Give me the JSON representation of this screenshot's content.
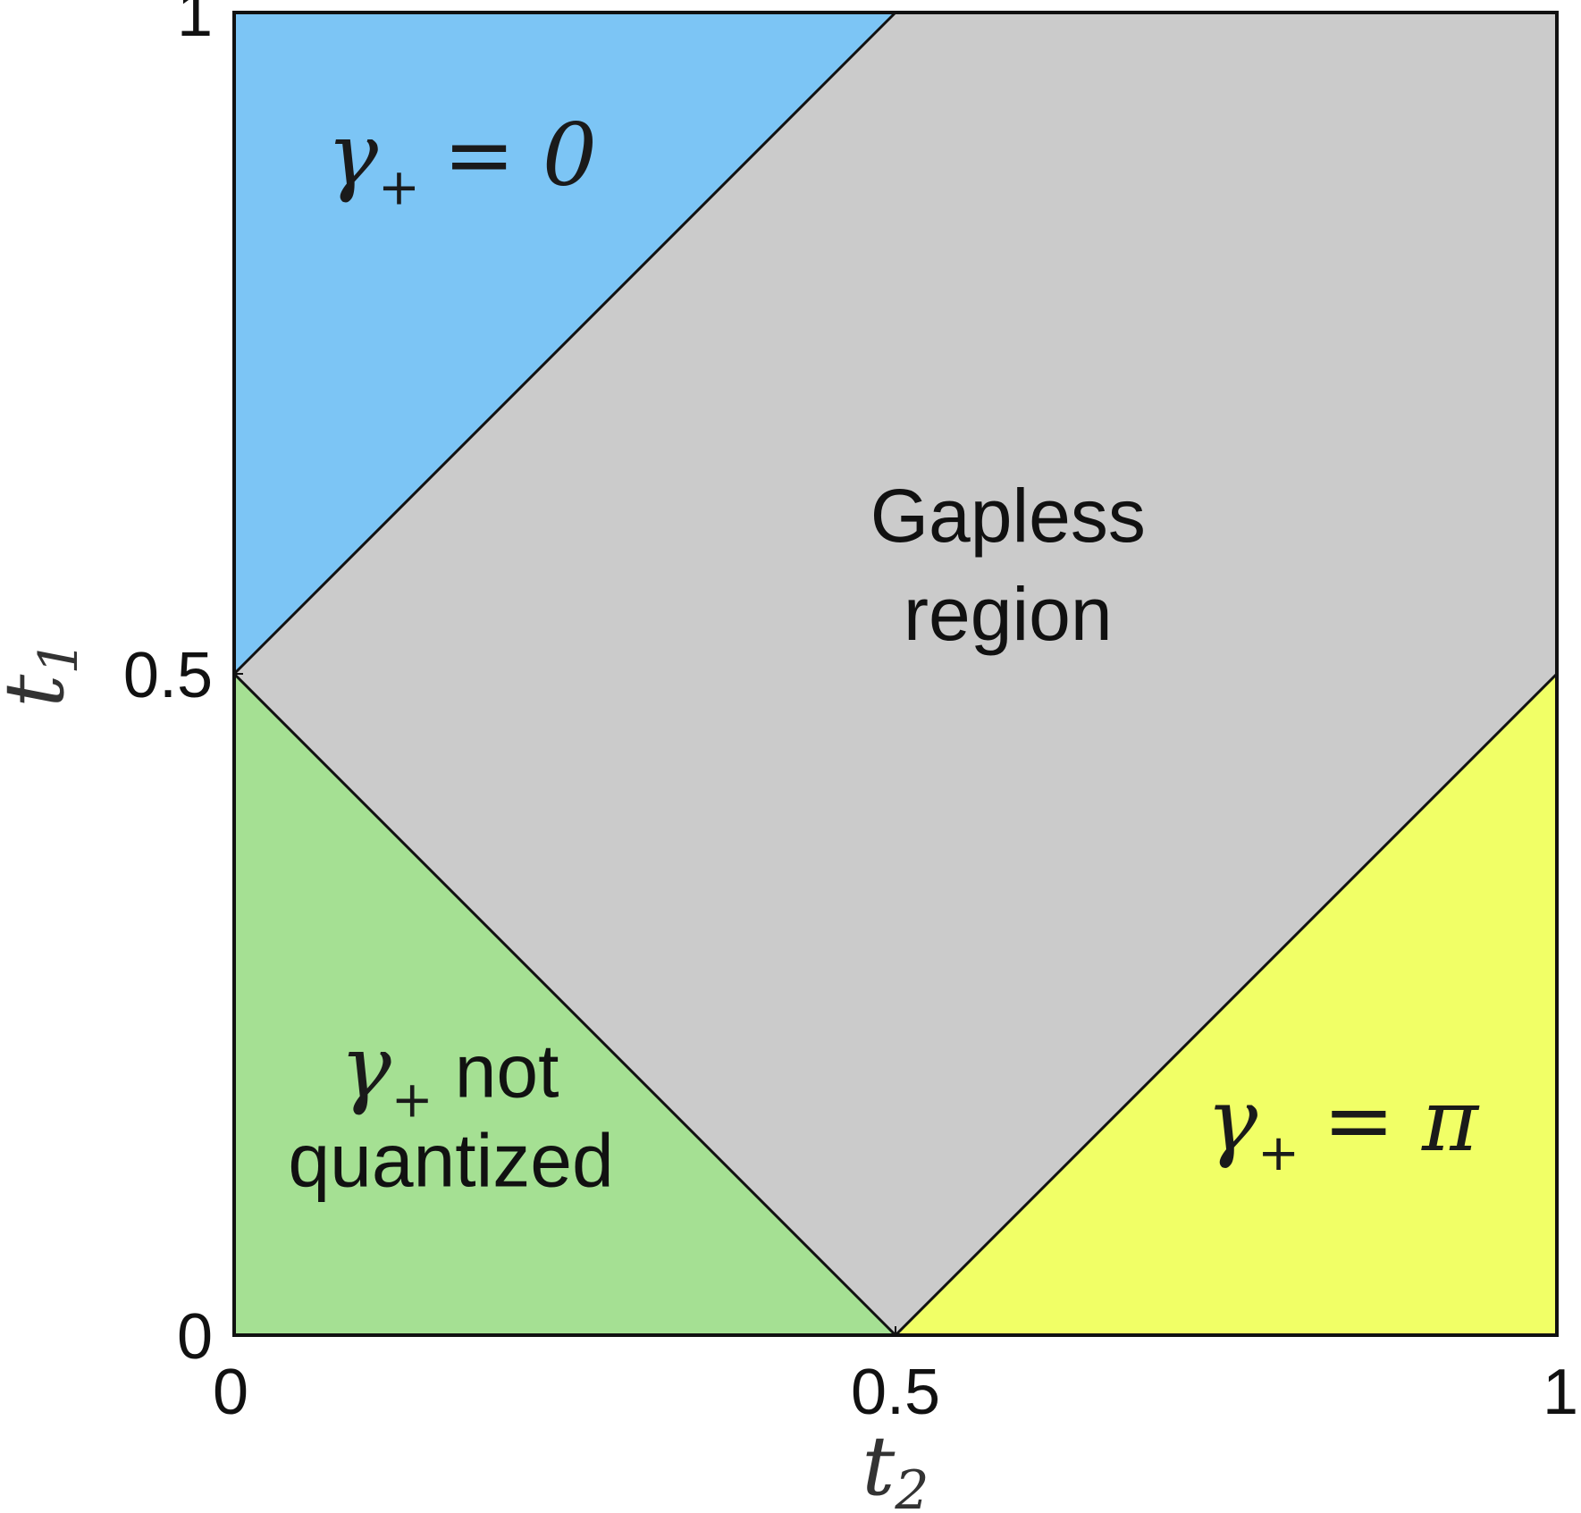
{
  "chart_data": {
    "type": "area",
    "xlabel": {
      "main": "t",
      "sub": "2"
    },
    "ylabel": {
      "main": "t",
      "sub": "1"
    },
    "xlim": [
      0,
      1
    ],
    "ylim": [
      0,
      1
    ],
    "x_ticks": [
      {
        "value": 0,
        "label": "0"
      },
      {
        "value": 0.5,
        "label": "0.5"
      },
      {
        "value": 1,
        "label": "1"
      }
    ],
    "y_ticks": [
      {
        "value": 0,
        "label": "0"
      },
      {
        "value": 0.5,
        "label": "0.5"
      },
      {
        "value": 1,
        "label": "1"
      }
    ],
    "grid": false,
    "regions": [
      {
        "id": "gapless",
        "color": "#cbcbcb",
        "polygon": [
          [
            0,
            0.5
          ],
          [
            0.5,
            1
          ],
          [
            1,
            1
          ],
          [
            1,
            0.5
          ],
          [
            0.5,
            0
          ]
        ],
        "label_lines": [
          "Gapless",
          "region"
        ],
        "label_at": [
          0.585,
          0.6
        ]
      },
      {
        "id": "gamma-zero",
        "color": "#7cc5f5",
        "polygon": [
          [
            0,
            0.5
          ],
          [
            0,
            1
          ],
          [
            0.5,
            1
          ]
        ],
        "math_symbol": "γ",
        "math_sub": "+",
        "math_rest": "= 0",
        "label_at": [
          0.07,
          0.87
        ]
      },
      {
        "id": "gamma-not-quantized",
        "color": "#a5e093",
        "polygon": [
          [
            0,
            0
          ],
          [
            0,
            0.5
          ],
          [
            0.5,
            0
          ]
        ],
        "math_symbol": "γ",
        "math_sub": "+",
        "math_rest": "not",
        "second_line": "quantized",
        "label_at": [
          0.08,
          0.18
        ]
      },
      {
        "id": "gamma-pi",
        "color": "#f1ff66",
        "polygon": [
          [
            0.5,
            0
          ],
          [
            1,
            0
          ],
          [
            1,
            0.5
          ]
        ],
        "math_symbol": "γ",
        "math_sub": "+",
        "math_rest": "= π",
        "label_at": [
          0.735,
          0.14
        ]
      }
    ],
    "boundaries": [
      [
        [
          0,
          0.5
        ],
        [
          0.5,
          1
        ]
      ],
      [
        [
          0,
          0.5
        ],
        [
          0.5,
          0
        ]
      ],
      [
        [
          0.5,
          0
        ],
        [
          1,
          0.5
        ]
      ]
    ]
  }
}
